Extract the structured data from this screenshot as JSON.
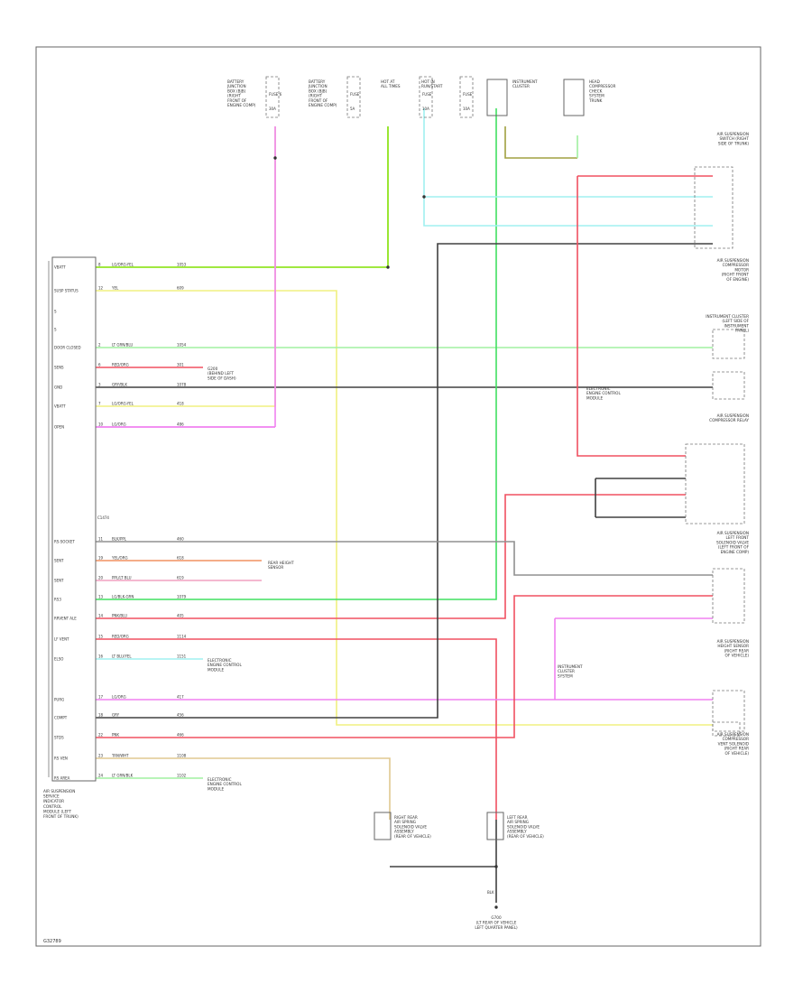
{
  "diagram": {
    "footer_code": "G32789",
    "colors": {
      "lt_green_red": "#80e000",
      "yellow": "#f0f080",
      "pink": "#f080f0",
      "lt_blue": "#a0f0f0",
      "gray": "#909090",
      "green": "#40e060",
      "lt_green": "#a0f0a0",
      "red": "#f05060",
      "orange": "#f09060",
      "tan": "#e0c890",
      "pink_blue": "#f0a0c0",
      "olive": "#a0a040",
      "dark": "#404040",
      "frame": "#666666"
    },
    "module": {
      "label_lines": [
        "AIR SUSPENSION",
        "SERVICE",
        "INDICATOR",
        "CONTROL",
        "MODULE (LEFT",
        "FRONT OF TRUNK)"
      ],
      "pins": [
        "VBATT",
        "SUSP STATUS",
        "S",
        "S",
        "DOOR CLOSED",
        "SENS",
        "GND",
        "VBATT",
        "OPEN",
        "",
        "",
        "",
        "",
        "",
        "RS-SOCKET",
        "SENT",
        "SENT",
        "RS3",
        "RRVENT ALE",
        "LF VENT",
        "ELSO",
        "PURG",
        "COMPT",
        "STDS",
        "RS VEN",
        "RS AREA"
      ]
    },
    "top_components": [
      {
        "lines": [
          "BATTERY",
          "JUNCTION",
          "BOX (BJB)",
          "(RIGHT",
          "FRONT OF",
          "ENGINE COMP)"
        ],
        "fuse": "FUSE 6",
        "amps": "30A"
      },
      {
        "lines": [
          "BATTERY",
          "JUNCTION",
          "BOX (BJB)",
          "(RIGHT",
          "FRONT OF",
          "ENGINE COMP)"
        ],
        "fuse": "FUSE",
        "amps": "5A"
      },
      {
        "lines": [
          "HOT AT",
          "ALL TIMES"
        ],
        "fuse": "FUSE",
        "amps": "10A"
      },
      {
        "lines": [
          "HOT IN",
          "RUN/START"
        ],
        "fuse": "FUSE",
        "amps": "10A"
      },
      {
        "lines": [
          "INSTRUMENT",
          "CLUSTER"
        ],
        "fuse": "",
        "amps": ""
      },
      {
        "lines": [
          "HEAD",
          "COMPRESSOR",
          "CHECK",
          "SYSTEM",
          "TRUNK"
        ],
        "fuse": "",
        "amps": ""
      }
    ],
    "wires": [
      {
        "pin": "8",
        "color_name": "LG/ORG-YEL",
        "circuit": "1053"
      },
      {
        "pin": "12",
        "color_name": "YEL",
        "circuit": "609"
      },
      {
        "pin": "2",
        "color_name": "LT GRN/BLU",
        "circuit": "1054"
      },
      {
        "pin": "6",
        "color_name": "RED/ORG",
        "circuit": "301"
      },
      {
        "pin": "3",
        "color_name": "GRY/BLK",
        "circuit": "1078"
      },
      {
        "pin": "7",
        "color_name": "LG/ORG-YEL",
        "circuit": "418"
      },
      {
        "pin": "10",
        "color_name": "LG/ORG",
        "circuit": "486"
      },
      {
        "pin": "11",
        "color_name": "BLK/PPL",
        "circuit": "460"
      },
      {
        "pin": "19",
        "color_name": "YEL/ORG",
        "circuit": "618"
      },
      {
        "pin": "20",
        "color_name": "PPL/LT BLU",
        "circuit": "619"
      },
      {
        "pin": "13",
        "color_name": "LG/BLK-GRN",
        "circuit": "1079"
      },
      {
        "pin": "14",
        "color_name": "PNK/BLU",
        "circuit": "405"
      },
      {
        "pin": "15",
        "color_name": "RED/ORG",
        "circuit": "1114"
      },
      {
        "pin": "16",
        "color_name": "LT BLU/YEL",
        "circuit": "1151"
      },
      {
        "pin": "17",
        "color_name": "LG/ORG",
        "circuit": "417"
      },
      {
        "pin": "18",
        "color_name": "GRY",
        "circuit": "456"
      },
      {
        "pin": "22",
        "color_name": "PNK",
        "circuit": "466"
      },
      {
        "pin": "23",
        "color_name": "TAN/WHT",
        "circuit": "1108"
      },
      {
        "pin": "24",
        "color_name": "LT GRN/BLK",
        "circuit": "1102"
      }
    ],
    "right_components": [
      {
        "lines": [
          "AIR SUSPENSION",
          "SWITCH (RIGHT",
          "SIDE OF TRUNK)"
        ]
      },
      {
        "lines": [
          "AIR SUSPENSION",
          "COMPRESSOR RELAY"
        ]
      },
      {
        "lines": [
          "INSTRUMENT CLUSTER",
          "(LEFT SIDE OF",
          "INSTRUMENT",
          "PANEL)"
        ]
      },
      {
        "lines": [
          "AIR SUSPENSION",
          "COMPRESSOR",
          "MOTOR",
          "(RIGHT FRONT",
          "OF ENGINE)"
        ]
      },
      {
        "lines": [
          "AIR SUSPENSION",
          "LEFT FRONT",
          "SOLENOID VALVE",
          "(LEFT FRONT OF",
          "ENGINE COMP)"
        ]
      },
      {
        "lines": [
          "AIR SUSPENSION",
          "HEIGHT SENSOR",
          "(RIGHT REAR",
          "OF VEHICLE)"
        ]
      },
      {
        "lines": [
          "AIR SUSPENSION",
          "COMPRESSOR",
          "VENT SOLENOID",
          "(RIGHT REAR",
          "OF VEHICLE)"
        ]
      }
    ],
    "splices": [
      {
        "lines": [
          "G200",
          "(BEHIND LEFT",
          "SIDE OF DASH)"
        ]
      },
      {
        "lines": [
          "ELECTRONIC",
          "ENGINE CONTROL",
          "MODULE"
        ]
      }
    ],
    "mid_labels": [
      {
        "lines": [
          "REAR HEIGHT",
          "SENSOR"
        ]
      },
      {
        "lines": [
          "ELECTRONIC",
          "ENGINE CONTROL",
          "MODULE"
        ]
      },
      {
        "lines": [
          "INSTRUMENT",
          "CLUSTER",
          "SYSTEM"
        ]
      },
      {
        "lines": [
          "ELECTRONIC",
          "ENGINE CONTROL",
          "MODULE"
        ]
      }
    ],
    "bottom_components": [
      {
        "lines": [
          "RIGHT REAR",
          "AIR SPRING",
          "SOLENOID VALVE",
          "ASSEMBLY",
          "(REAR OF VEHICLE)"
        ]
      },
      {
        "lines": [
          "LEFT REAR",
          "AIR SPRING",
          "SOLENOID VALVE",
          "ASSEMBLY",
          "(REAR OF VEHICLE)"
        ]
      }
    ],
    "ground": {
      "wire": "BLK",
      "lines": [
        "G700",
        "(LT REAR OF VEHICLE",
        "LEFT QUARTER PANEL)"
      ]
    }
  }
}
